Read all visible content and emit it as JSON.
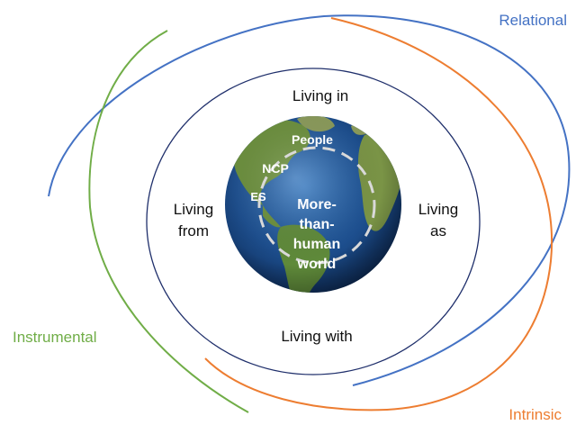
{
  "arcs": {
    "relational": {
      "label": "Relational",
      "color": "#4472C4"
    },
    "intrinsic": {
      "label": "Intrinsic",
      "color": "#ED7D31"
    },
    "instrumental": {
      "label": "Instrumental",
      "color": "#70AD47"
    }
  },
  "ring_labels": {
    "top": "Living in",
    "left_line1": "Living",
    "left_line2": "from",
    "right_line1": "Living",
    "right_line2": "as",
    "bottom": "Living with"
  },
  "globe_labels": {
    "people": "People",
    "ncp": "NCP",
    "es": "ES",
    "center_line1": "More-",
    "center_line2": "than-",
    "center_line3": "human",
    "center_line4": "world"
  },
  "colors": {
    "ring": "#1F2F6B",
    "ocean": "#1c4f8f",
    "land": "#5f8a3a",
    "dashed": "#d9d9d9"
  }
}
